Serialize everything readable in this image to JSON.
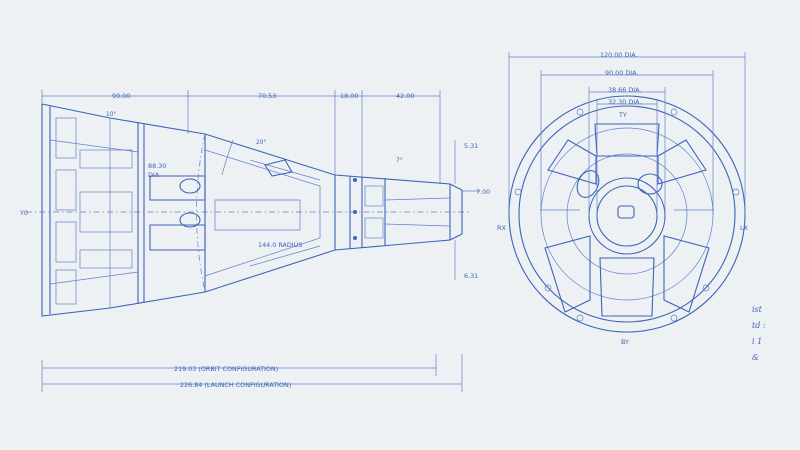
{
  "side_view": {
    "dim_top": [
      "90.00",
      "70.53",
      "18.00",
      "42.00"
    ],
    "dim_right": [
      "5.31",
      "7.00",
      "6.31"
    ],
    "angle_10": "10°",
    "angle_20": "20°",
    "angle_7": "7°",
    "dia_value": "88.30",
    "dia_label": "DIA",
    "radius": "144.0 RADIUS",
    "axis_label": "Y0",
    "orbit": "219.03 (ORBIT CONFIGURATION)",
    "launch": "226.84 (LAUNCH CONFIGURATION)"
  },
  "end_view": {
    "dia_120": "120.00 DIA.",
    "dia_90": "90.00 DIA.",
    "dia_3866": "38.66 DIA.",
    "dia_3230": "32.30 DIA.",
    "ty": "TY",
    "by": "BY",
    "rx": "RX",
    "lx": "LX"
  },
  "fragments": [
    "ist",
    "td :",
    "i 1",
    "&"
  ],
  "colors": {
    "ink": "#3d63b8",
    "paper": "#eef1f4"
  }
}
